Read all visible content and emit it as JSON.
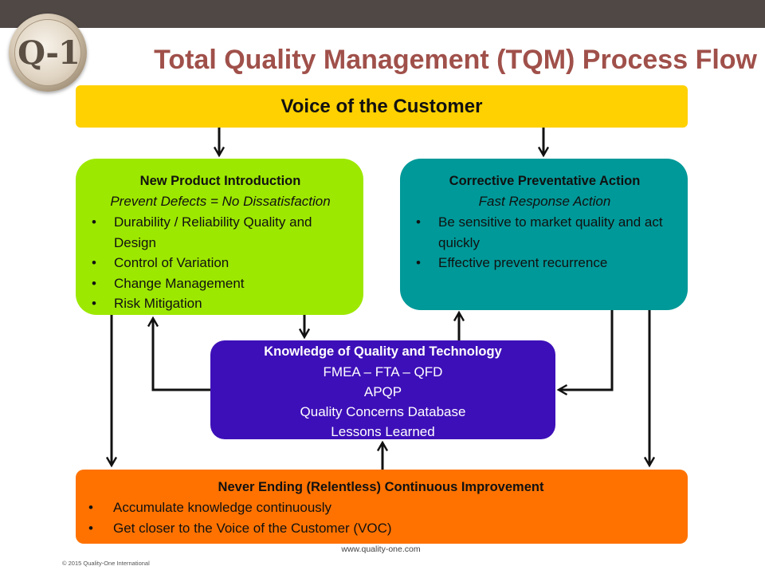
{
  "title": "Total Quality Management (TQM) Process Flow",
  "logo_text": "Q-1",
  "voice_of_customer": "Voice of the Customer",
  "new_product_introduction": {
    "heading": "New Product  Introduction",
    "subtitle": "Prevent Defects = No Dissatisfaction",
    "bullets": [
      "Durability  / Reliability Quality and Design",
      "Control of Variation",
      "Change Management",
      "Risk Mitigation"
    ]
  },
  "corrective_preventative_action": {
    "heading": "Corrective Preventative Action",
    "subtitle": "Fast Response Action",
    "bullets": [
      "Be sensitive to market quality and act quickly",
      "Effective  prevent recurrence"
    ]
  },
  "knowledge": {
    "heading": "Knowledge of Quality  and Technology",
    "lines": [
      "FMEA – FTA – QFD",
      "APQP",
      "Quality Concerns Database",
      "Lessons  Learned"
    ]
  },
  "continuous_improvement": {
    "heading": "Never Ending (Relentless) Continuous  Improvement",
    "bullets": [
      "Accumulate knowledge continuously",
      "Get closer to the Voice of the Customer (VOC)"
    ]
  },
  "footer": {
    "url": "www.quality-one.com",
    "copyright": "© 2015 Quality-One International"
  },
  "colors": {
    "voc": "#ffd100",
    "npi": "#9de800",
    "cpa": "#009999",
    "knowledge": "#3d0fb8",
    "improvement": "#ff7200",
    "title": "#a0504a"
  }
}
